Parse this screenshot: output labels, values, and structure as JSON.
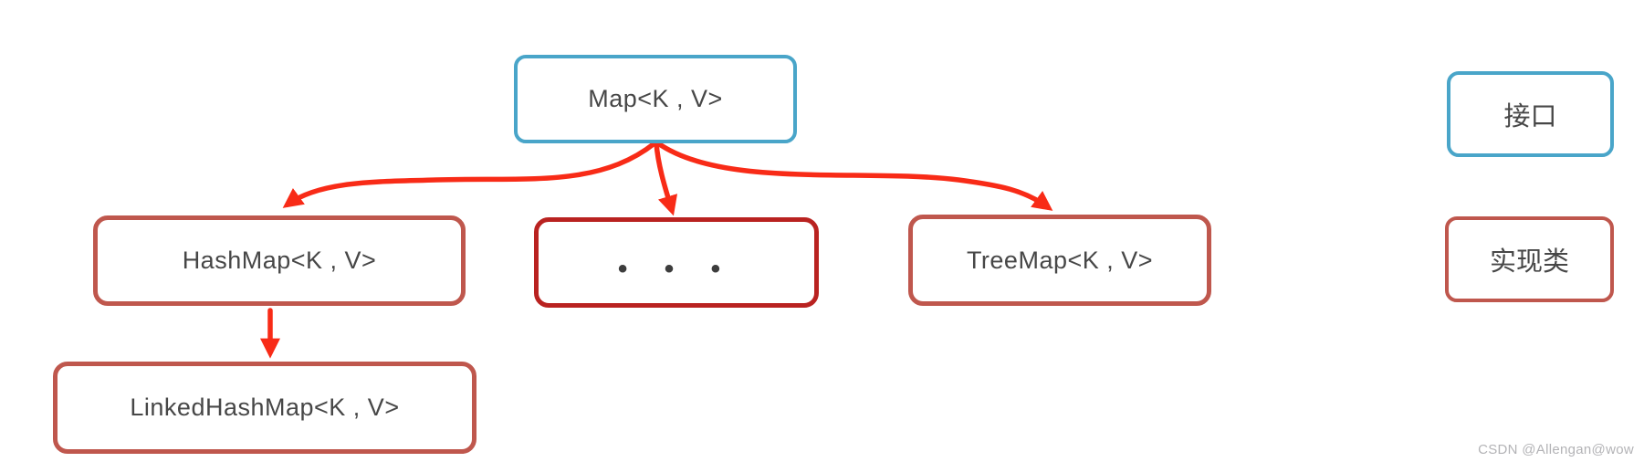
{
  "colors": {
    "accent_blue": "#49a5c9",
    "impl_red": "#bf574d",
    "dark_red": "#b92220",
    "arrow_red": "#f82b17",
    "text_dark": "#474747",
    "watermark_gray": "#b3b3b6"
  },
  "diagram": {
    "nodes": {
      "map": {
        "label": "Map<K , V>",
        "type": "interface"
      },
      "hashmap": {
        "label": "HashMap<K , V>",
        "type": "implementation"
      },
      "others": {
        "label": "• • •",
        "type": "implementation"
      },
      "treemap": {
        "label": "TreeMap<K , V>",
        "type": "implementation"
      },
      "linkedhashmap": {
        "label": "LinkedHashMap<K , V>",
        "type": "implementation"
      }
    },
    "edges": [
      {
        "from": "Map<K , V>",
        "to": "HashMap<K , V>"
      },
      {
        "from": "Map<K , V>",
        "to": "• • •"
      },
      {
        "from": "Map<K , V>",
        "to": "TreeMap<K , V>"
      },
      {
        "from": "HashMap<K , V>",
        "to": "LinkedHashMap<K , V>"
      }
    ],
    "legend": {
      "interface_label": "接口",
      "implementation_label": "实现类"
    }
  },
  "watermark": "CSDN @Allengan@wow"
}
